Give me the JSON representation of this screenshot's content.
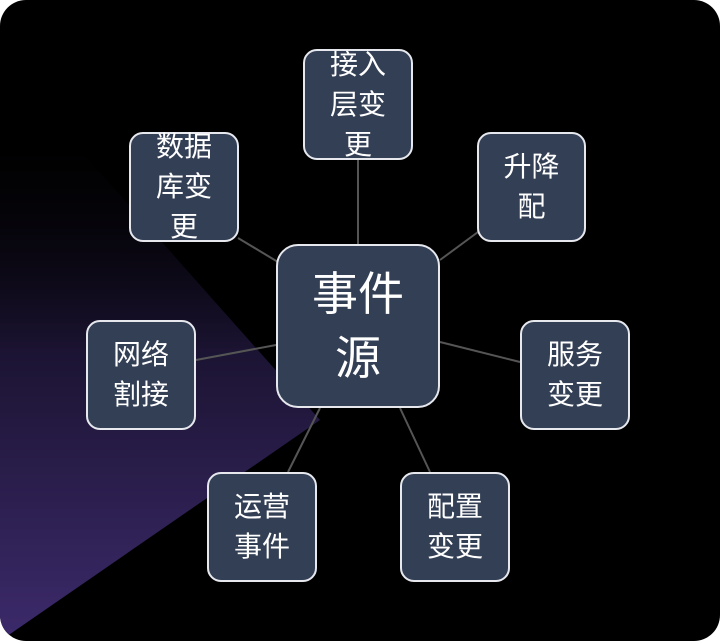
{
  "colors": {
    "background": "#000000",
    "node_fill": "#333f55",
    "node_border": "#e6e8ee",
    "text": "#ffffff",
    "connector": "#555555",
    "accent_purple": "#3c2a6b"
  },
  "diagram": {
    "center": {
      "label": "事件源"
    },
    "nodes": [
      {
        "id": "access-layer",
        "label": "接入层变更"
      },
      {
        "id": "scaling",
        "label": "升降配"
      },
      {
        "id": "service",
        "label": "服务变更"
      },
      {
        "id": "config",
        "label": "配置变更"
      },
      {
        "id": "ops",
        "label": "运营事件"
      },
      {
        "id": "network",
        "label": "网络割接"
      },
      {
        "id": "database",
        "label": "数据库变更"
      }
    ]
  }
}
